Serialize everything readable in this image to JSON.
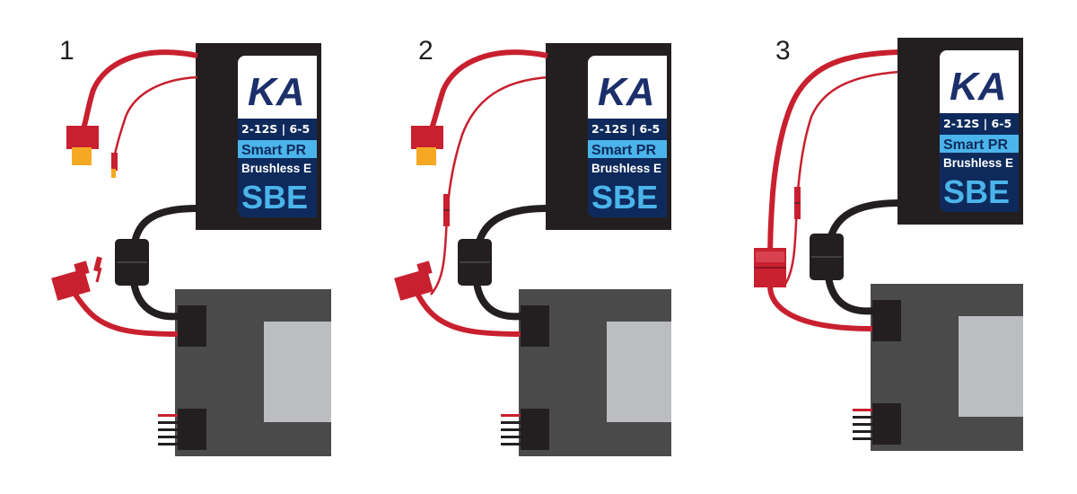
{
  "colors": {
    "red_wire": "#c8202f",
    "black_wire": "#231f20",
    "esc_body": "#231f20",
    "label_navy": "#0e2a5c",
    "label_light_blue": "#4bb4ea",
    "receiver_body": "#4a4a4b",
    "receiver_window": "#bcbdc0",
    "connector_red": "#c8202f",
    "connector_tip": "#f6a823"
  },
  "esc_label": {
    "logo": "KA",
    "spec": "2-12S | 6-5",
    "smart": "Smart PR",
    "brushless": "Brushless E",
    "model": "SBE"
  },
  "steps": [
    {
      "number": "1",
      "state": "unplugged"
    },
    {
      "number": "2",
      "state": "signal-connected"
    },
    {
      "number": "3",
      "state": "fully-connected"
    }
  ]
}
